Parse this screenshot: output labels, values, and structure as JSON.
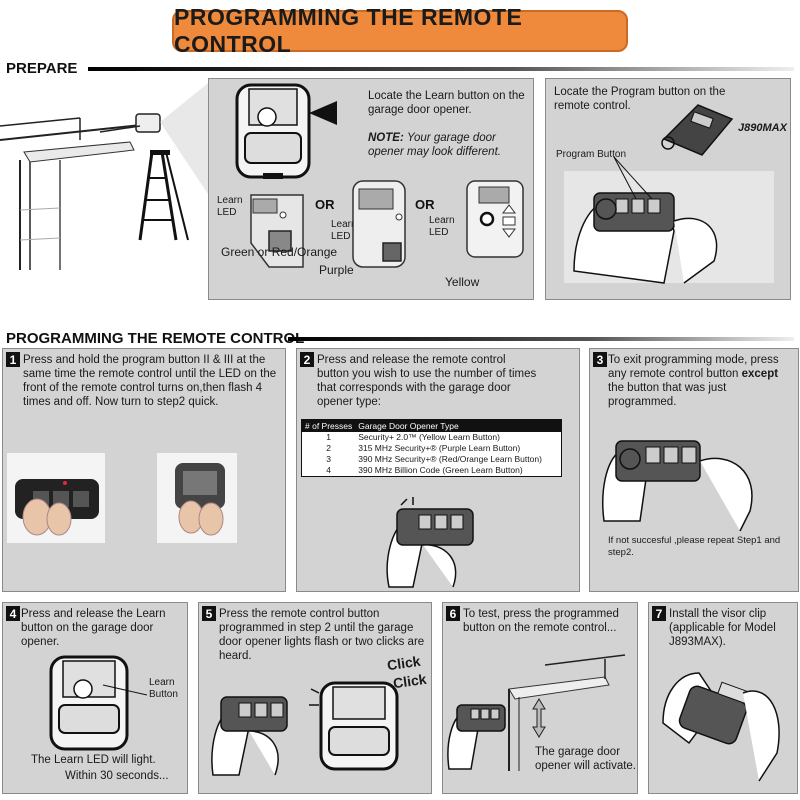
{
  "title": "PROGRAMMING THE REMOTE CONTROL",
  "prepare": {
    "label": "PREPARE",
    "opener_text": "Locate the Learn button on the garage door opener.",
    "note_label": "NOTE:",
    "note_text": "Your garage door opener may look different.",
    "learn_led": "Learn LED",
    "learn_led_2": "Learn LED",
    "learn_led_3": "Learn LED",
    "or_1": "OR",
    "or_2": "OR",
    "green_label": "Green or Red/Orange",
    "purple_label": "Purple",
    "yellow_label": "Yellow",
    "remote_text": "Locate the Program button on the remote control.",
    "model_label": "J890MAX",
    "program_button_label": "Program Button"
  },
  "section2_label": "PROGRAMMING THE REMOTE CONTROL",
  "steps": [
    {
      "num": "1",
      "text": "Press and hold the program button II & III at the same time the remote control until the LED on the front of the remote control turns on,then flash 4 times and off. Now turn to step2 quick."
    },
    {
      "num": "2",
      "text": "Press and release the remote control button you wish to use the number of times that corresponds with the garage door opener type:"
    },
    {
      "num": "3",
      "text_pre": "To exit programming mode, press any remote control button ",
      "text_bold": "except",
      "text_post": " the button that was just programmed.",
      "note": "If not succesful ,please repeat Step1 and step2."
    },
    {
      "num": "4",
      "text": "Press and release the Learn button on the garage door opener.",
      "learn_button": "Learn Button",
      "caption_1": "The Learn LED will light.",
      "caption_2": "Within 30 seconds..."
    },
    {
      "num": "5",
      "text": "Press the remote control button programmed in step 2 until the garage door opener lights flash or two clicks are heard.",
      "click_1": "Click",
      "click_2": "Click"
    },
    {
      "num": "6",
      "text": "To test, press the programmed button on the remote control...",
      "caption": "The garage door opener will activate."
    },
    {
      "num": "7",
      "text": "Install the visor clip (applicable for Model J893MAX)."
    }
  ],
  "table": {
    "headers": [
      "# of Presses",
      "Garage Door Opener Type"
    ],
    "rows": [
      [
        "1",
        "Security+ 2.0™ (Yellow Learn Button)"
      ],
      [
        "2",
        "315 MHz Security+® (Purple Learn Button)"
      ],
      [
        "3",
        "390 MHz Security+® (Red/Orange Learn Button)"
      ],
      [
        "4",
        "390 MHz Billion Code (Green Learn Button)"
      ]
    ]
  }
}
